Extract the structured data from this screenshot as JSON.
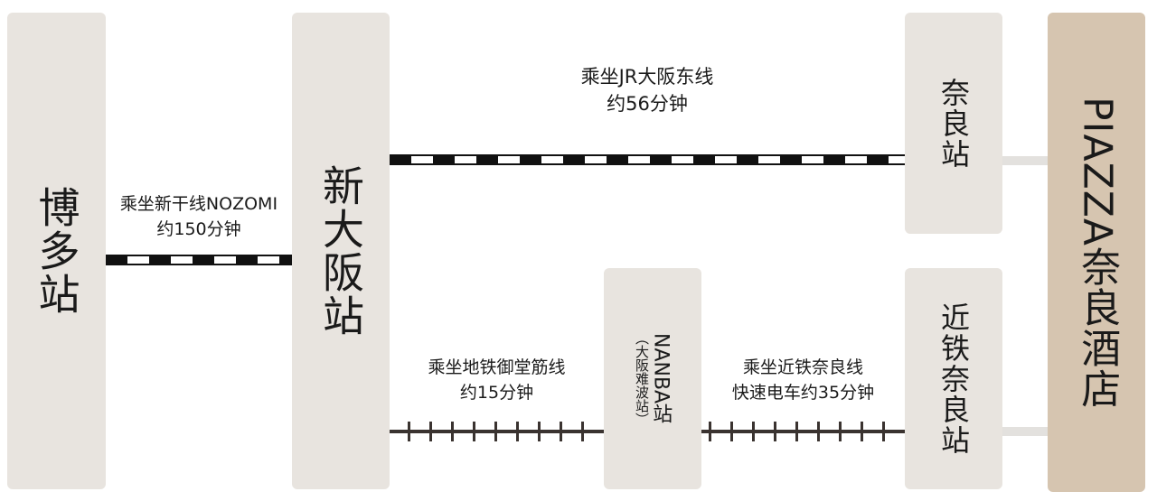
{
  "stations": {
    "hakata": "博多站",
    "shin_osaka": "新大阪站",
    "nara": "奈良站",
    "namba_main": "NANBA站",
    "namba_sub": "（大阪难波站）",
    "kintetsu_nara": "近铁奈良站",
    "hotel": "PIAZZA奈良酒店"
  },
  "routes": {
    "shinkansen": {
      "line": "乘坐新干线NOZOMI",
      "time": "约150分钟"
    },
    "jr_yamatoji": {
      "line": "乘坐JR大阪东线",
      "time": "约56分钟"
    },
    "subway": {
      "line": "乘坐地铁御堂筋线",
      "time": "约15分钟"
    },
    "kintetsu": {
      "line": "乘坐近铁奈良线",
      "time": "快速电车约35分钟"
    }
  },
  "colors": {
    "station_box": "#e8e4df",
    "hotel_box": "#d6c5b0",
    "track": "#111111",
    "rail": "#3a3330",
    "connector": "#e3e1de"
  }
}
